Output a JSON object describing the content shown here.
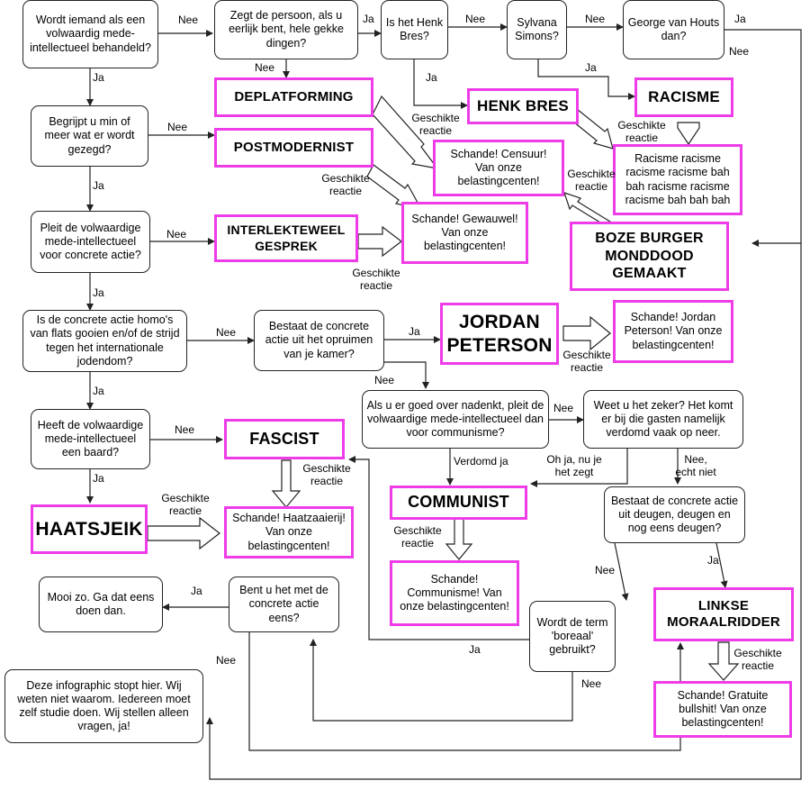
{
  "nodes": {
    "q_behandeld": "Wordt iemand als een volwaardig mede-intellectueel behandeld?",
    "q_gekke": "Zegt de persoon, als u eerlijk bent, hele gekke dingen?",
    "q_henk": "Is het Henk Bres?",
    "q_sylvana": "Sylvana Simons?",
    "q_george": "George van Houts dan?",
    "l_deplatforming": "DEPLATFORMING",
    "l_henk": "HENK BRES",
    "l_racisme": "RACISME",
    "q_begrijpt": "Begrijpt u min of meer wat er wordt gezegd?",
    "l_postmodernist": "POSTMODERNIST",
    "r_censuur": "Schande! Censuur! Van onze belastingcenten!",
    "r_racisme": "Racisme racisme racisme racisme bah bah racisme racisme racisme bah bah bah",
    "q_pleit": "Pleit de volwaardige mede-intellectueel voor concrete actie?",
    "l_interlekteweel": "INTERLEKTEWEEL GESPREK",
    "r_gewauwel": "Schande! Gewauwel! Van onze belastingcenten!",
    "l_bozeburger": "BOZE BURGER MONDDOOD GEMAAKT",
    "q_homos": "Is de concrete actie homo's van flats gooien en/of de strijd tegen het internationale jodendom?",
    "q_kamer": "Bestaat de concrete actie uit het opruimen van je kamer?",
    "l_jordan": "JORDAN PETERSON",
    "r_jordan": "Schande! Jordan Peterson! Van onze belastingcenten!",
    "q_communisme": "Als u er goed over nadenkt, pleit de volwaardige mede-intellectueel dan voor communisme?",
    "q_zeker": "Weet u het zeker? Het komt er bij die gasten namelijk verdomd vaak op neer.",
    "q_baard": "Heeft de volwaardige mede-intellectueel een baard?",
    "l_fascist": "FASCIST",
    "l_communist": "COMMUNIST",
    "q_deugen": "Bestaat de concrete actie uit deugen, deugen en nog eens deugen?",
    "l_haatsjeik": "HAATSJEIK",
    "r_haatzaaierij": "Schande! Haatzaaierij! Van onze belastingcenten!",
    "r_communisme": "Schande! Communisme! Van onze belastingcenten!",
    "l_linkse": "LINKSE MORAALRIDDER",
    "p_mooi": "Mooi zo. Ga dat eens doen dan.",
    "q_eens": "Bent u het met de concrete actie eens?",
    "q_boreaal": "Wordt de term 'boreaal' gebruikt?",
    "r_gratuite": "Schande! Gratuite bullshit! Van onze belastingcenten!",
    "p_stopt": "Deze infographic stopt hier. Wij weten niet waarom. Iedereen moet zelf studie doen. Wij stellen alleen vragen, ja!"
  },
  "edge_labels": {
    "nee": "Nee",
    "ja": "Ja",
    "geschikte_reactie": "Geschikte reactie",
    "verdomd_ja": "Verdomd ja",
    "oh_ja": "Oh ja, nu je het zegt",
    "nee_echt_niet": "Nee, echt niet"
  },
  "colors": {
    "label_border": "#ee3ce8",
    "line": "#222222"
  }
}
